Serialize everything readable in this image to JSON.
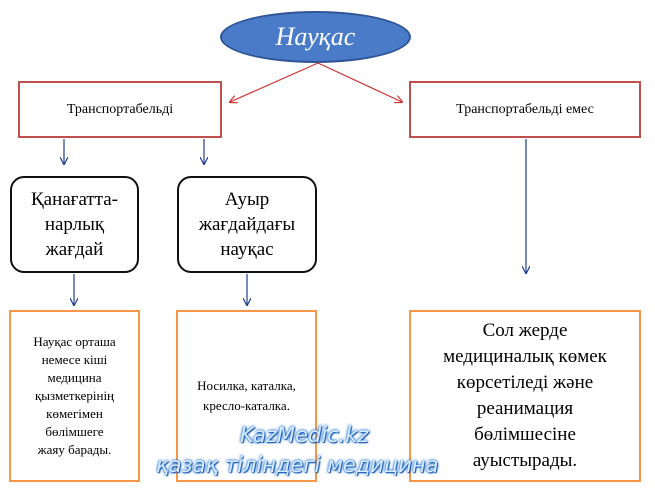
{
  "root": {
    "label": "Науқас"
  },
  "branches": {
    "transportable": {
      "label": "Транспортабельді"
    },
    "not_transportable": {
      "label": "Транспортабельді емес"
    }
  },
  "conditions": {
    "satisfactory": {
      "label": "Қанағатта-\nнарлық\nжағдай"
    },
    "severe": {
      "label": "Ауыр\nжағдайдағы\nнауқас"
    }
  },
  "outcomes": {
    "satisfactory": {
      "text": "Науқас орташа\nнемесе кіші\nмедицина\nқызметкерінің\nкөмегімен\nбөлімшеге\nжаяу барады."
    },
    "severe": {
      "text": "Носилка, каталка,\nкресло-каталка."
    },
    "not_transportable": {
      "text": "Сол жерде\nмедициналық көмек\nкөрсетіледі және\nреанимация\nбөлімшесіне\nауыстырады."
    }
  },
  "watermark": {
    "line1": "KazMedic.kz",
    "line2": "қазақ тіліндегі медицина"
  },
  "colors": {
    "root_fill": "#4a7bc8",
    "branch_border": "#c0504d",
    "outcome_border": "#f79646",
    "red_arrow": "#cc3333",
    "blue_arrow": "#1f3f8f"
  }
}
